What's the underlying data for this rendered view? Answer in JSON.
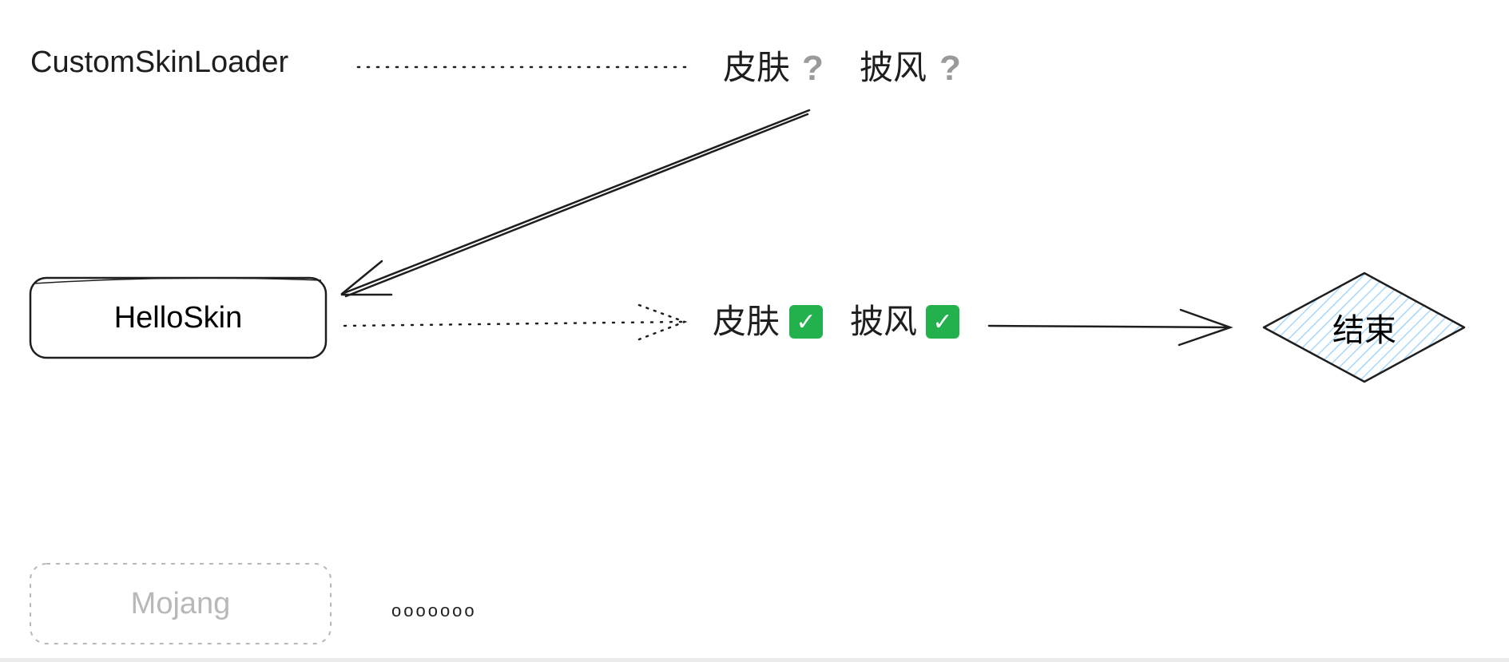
{
  "nodes": {
    "loader_title": "CustomSkinLoader",
    "helloskin": "HelloSkin",
    "mojang": "Mojang",
    "end": "结束",
    "more": "ooooooo"
  },
  "status_top": {
    "skin_label": "皮肤",
    "skin_mark": "?",
    "cape_label": "披风",
    "cape_mark": "?"
  },
  "status_mid": {
    "skin_label": "皮肤",
    "skin_mark": "✓",
    "cape_label": "披风",
    "cape_mark": "✓"
  },
  "colors": {
    "stroke": "#1e1e1e",
    "check_green": "#22b14c",
    "question_gray": "#9a9a9a",
    "diamond_fill": "#a5d8ff",
    "muted": "#b8b8b8"
  }
}
